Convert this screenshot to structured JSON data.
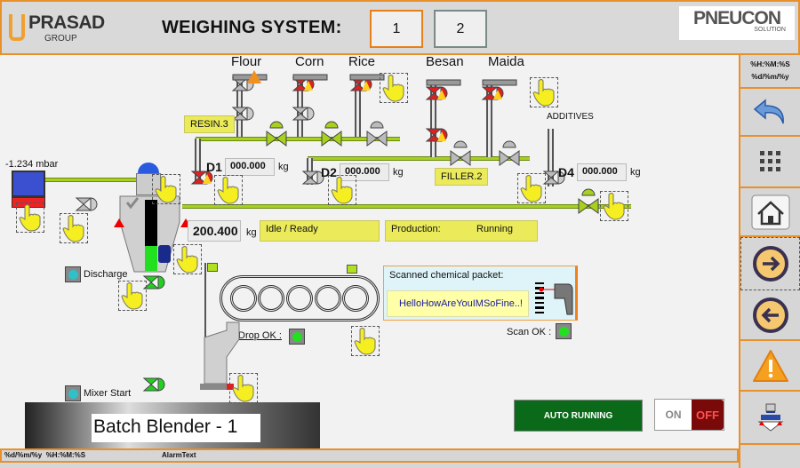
{
  "header": {
    "brand": "PRASAD",
    "brand_sub": "GROUP",
    "title": "WEIGHING SYSTEM:",
    "systems": [
      {
        "label": "1",
        "active": true
      },
      {
        "label": "2",
        "active": false
      }
    ],
    "partner": "PNEUCON",
    "partner_sub": "SOLUTION"
  },
  "sidebar": {
    "time": "%H:%M:%S",
    "date": "%d/%m/%y",
    "buttons": [
      "back",
      "grid-menu",
      "home",
      "next",
      "previous",
      "alarm",
      "blender"
    ]
  },
  "ingredients": [
    "Flour",
    "Corn",
    "Rice",
    "Besan",
    "Maida"
  ],
  "labels": {
    "resin": "RESIN.3",
    "filler": "FILLER.2",
    "additives": "ADDITIVES",
    "pressure": "-1.234 mbar",
    "unit": "kg"
  },
  "dosers": [
    {
      "name": "D1",
      "value": "000.000"
    },
    {
      "name": "D2",
      "value": "000.000"
    },
    {
      "name": "D4",
      "value": "000.000"
    }
  ],
  "hopper": {
    "weight": "200.400",
    "fill_percent": 35,
    "status": "Idle / Ready",
    "production_label": "Production:",
    "production_state": "Running"
  },
  "controls": {
    "discharge": "Discharge",
    "mixer_start": "Mixer Start",
    "drop_ok": "Drop OK :",
    "scan_ok": "Scan OK :"
  },
  "scanner": {
    "title": "Scanned chemical packet:",
    "value": "HelloHowAreYouIMSoFine..!"
  },
  "machine_label": "Batch Blender - 1",
  "mode": {
    "auto_label": "AUTO RUNNING",
    "on": "ON",
    "off": "OFF",
    "state": "OFF"
  },
  "alarm_bar": {
    "date": "%d/%m/%y",
    "time": "%H:%M:%S",
    "text": "AlarmText"
  },
  "colors": {
    "accent": "#e8902a",
    "pipe": "#a8d020",
    "auto": "#0a6a1a"
  }
}
